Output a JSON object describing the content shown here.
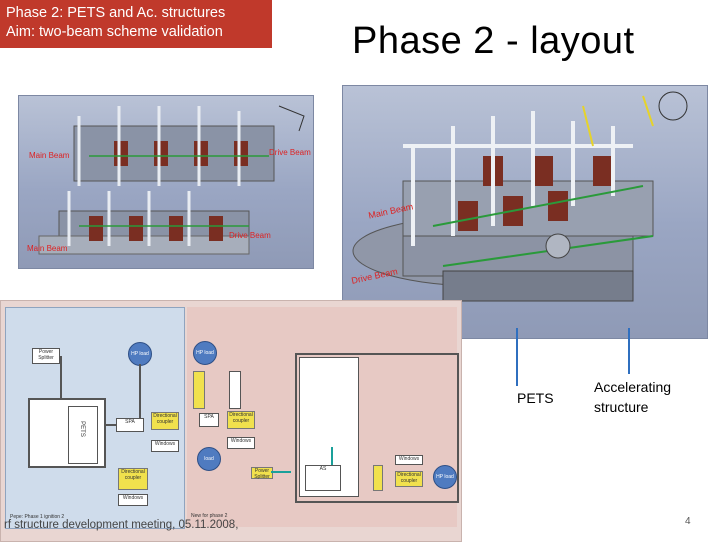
{
  "header": {
    "line1": "Phase 2: PETS and Ac. structures",
    "line2": "Aim: two-beam scheme validation"
  },
  "slide_title": "Phase 2 - layout",
  "callouts": {
    "pets": "PETS",
    "acc_line1": "Accelerating",
    "acc_line2": "structure"
  },
  "footer": "rf structure development meeting, 05.11.2008,",
  "page_number": "4",
  "schematic": {
    "hp_load": "HP load",
    "pets": "PETS",
    "splitter": "Power Splitter",
    "directional_coupler": "Directional coupler",
    "windows": "Windows",
    "window": "Window",
    "spa": "SPA",
    "as": "AS",
    "load": "load",
    "caption_left": "Pepe: Phase 1 ignition 2",
    "caption_right": "New for phase 2"
  },
  "colors": {
    "header_bg": "#c0392b",
    "cad_bg": "#9aa6c3",
    "schematic_left_bg": "#cfdceb",
    "schematic_right_bg": "#e7c9c4",
    "callout_line": "#2f6fbf"
  }
}
